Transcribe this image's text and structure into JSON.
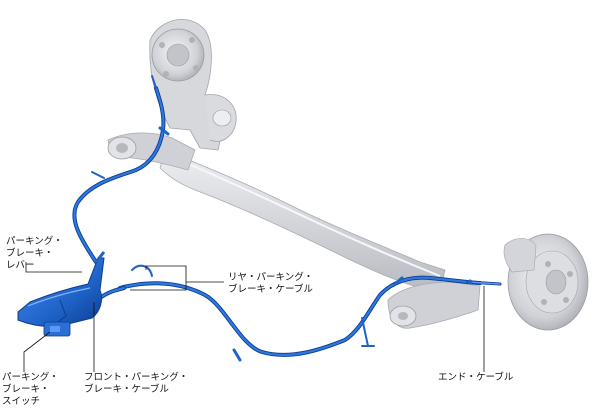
{
  "labels": {
    "lever": [
      "パーキング・",
      "ブレーキ・",
      "レバー"
    ],
    "switch": [
      "パーキング・",
      "ブレーキ・",
      "スイッチ"
    ],
    "front_cable": [
      "フロント・パーキング・",
      "ブレーキ・ケーブル"
    ],
    "rear_cable": [
      "リヤ・パーキング・",
      "ブレーキ・ケーブル"
    ],
    "end_cable": [
      "エンド・ケーブル"
    ]
  },
  "colors": {
    "cable": "#1f63c9",
    "cable_dark": "#0b3d8f",
    "axle": "#d7d8dc",
    "axle_edge": "#a9abb2",
    "leader": "#111111"
  }
}
